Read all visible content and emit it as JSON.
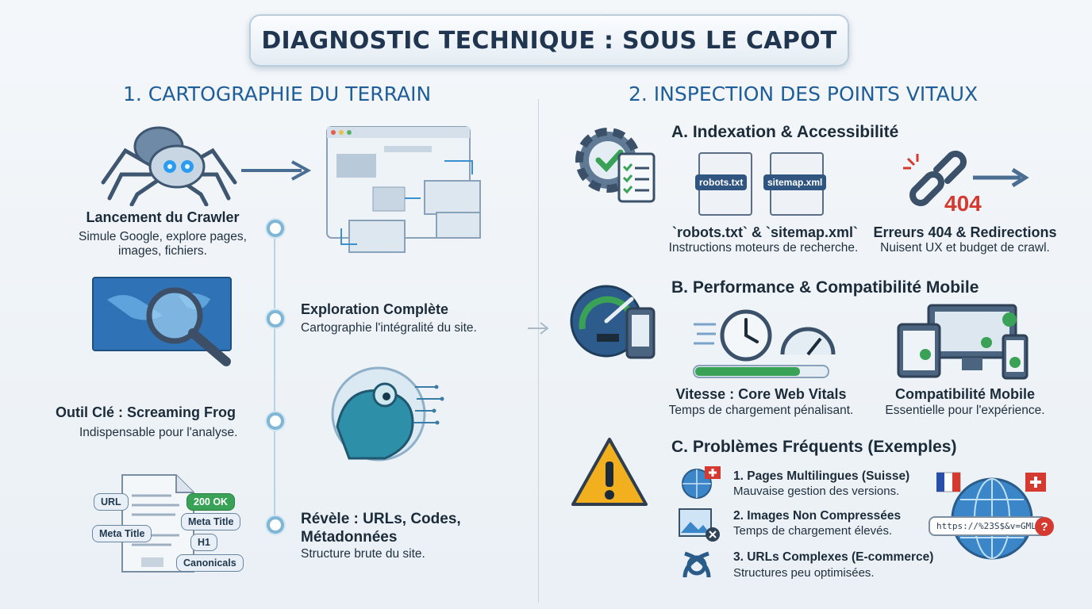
{
  "title": "DIAGNOSTIC TECHNIQUE : SOUS LE CAPOT",
  "left": {
    "heading": "1. CARTOGRAPHIE DU TERRAIN",
    "steps": [
      {
        "title": "Lancement du Crawler",
        "desc": "Simule Google, explore pages, images, fichiers."
      },
      {
        "title": "Exploration Complète",
        "desc": "Cartographie l'intégralité du site."
      },
      {
        "title": "Outil Clé : Screaming Frog",
        "desc": "Indispensable pour l'analyse."
      },
      {
        "title": "Révèle : URLs, Codes, Métadonnées",
        "desc": "Structure brute du site."
      }
    ],
    "tags": [
      "URL",
      "200 OK",
      "Meta Title",
      "Meta Title",
      "H1",
      "Canonicals"
    ]
  },
  "right": {
    "heading": "2. INSPECTION DES POINTS VITAUX",
    "a": {
      "title": "A. Indexation & Accessibilité",
      "file1": "robots.txt",
      "file2": "sitemap.xml",
      "item1_title": "`robots.txt` & `sitemap.xml`",
      "item1_desc": "Instructions moteurs de recherche.",
      "error_code": "404",
      "item2_title": "Erreurs 404 & Redirections",
      "item2_desc": "Nuisent UX et budget de crawl."
    },
    "b": {
      "title": "B. Performance & Compatibilité Mobile",
      "item1_title": "Vitesse : Core Web Vitals",
      "item1_desc": "Temps de chargement pénalisant.",
      "item2_title": "Compatibilité Mobile",
      "item2_desc": "Essentielle pour l'expérience."
    },
    "c": {
      "title": "C. Problèmes Fréquents (Exemples)",
      "items": [
        {
          "title": "1. Pages Multilingues (Suisse)",
          "desc": "Mauvaise gestion des versions."
        },
        {
          "title": "2. Images Non Compressées",
          "desc": "Temps de chargement élevés."
        },
        {
          "title": "3. URLs Complexes (E-commerce)",
          "desc": "Structures peu optimisées."
        }
      ],
      "url_sample": "https://%23S$&v=GML..."
    }
  },
  "colors": {
    "accent": "#1f5e99",
    "green": "#3aa256",
    "red": "#d43a2f",
    "warning": "#f2b01e"
  }
}
